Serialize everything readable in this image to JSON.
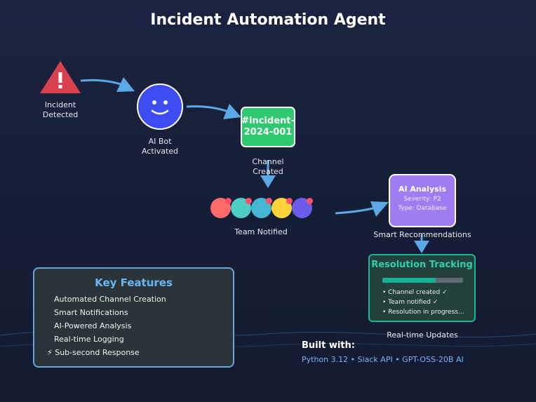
{
  "title": "Incident Automation Agent",
  "steps": {
    "incident": {
      "label_1": "Incident",
      "label_2": "Detected",
      "icon": "warning-triangle-icon",
      "color": "#d9414f"
    },
    "bot": {
      "label_1": "AI Bot",
      "label_2": "Activated",
      "icon": "smiley-face-icon",
      "color": "#3d4df2"
    },
    "channel": {
      "name": "#incident-\n2024-001",
      "label_1": "Channel",
      "label_2": "Created",
      "color": "#2ec96e"
    },
    "team": {
      "label": "Team Notified",
      "colors": [
        "#ff6b6b",
        "#4ecdc4",
        "#45b7d1",
        "#fdd43a",
        "#6c5ce7"
      ]
    },
    "ai": {
      "title": "AI Analysis",
      "severity": "Severity: P2",
      "type": "Type: Database",
      "label": "Smart Recommendations",
      "color": "#a07cf2"
    },
    "resolution": {
      "title": "Resolution Tracking",
      "progress": 0.66,
      "items": [
        "• Channel created ✓",
        "• Team notified ✓",
        "• Resolution in progress..."
      ],
      "label": "Real-time Updates"
    }
  },
  "features": {
    "title": "Key Features",
    "items": [
      "Automated Channel Creation",
      "Smart Notifications",
      "AI-Powered Analysis",
      "Real-time Logging",
      "⚡ Sub-second Response"
    ]
  },
  "built_with": {
    "heading": "Built with:",
    "tech": "Python 3.12 • Slack API • GPT-OSS-20B AI"
  },
  "colors": {
    "arrow": "#5aa8e6",
    "accent_teal": "#17b79a",
    "feature_border": "#6aa4e0"
  }
}
